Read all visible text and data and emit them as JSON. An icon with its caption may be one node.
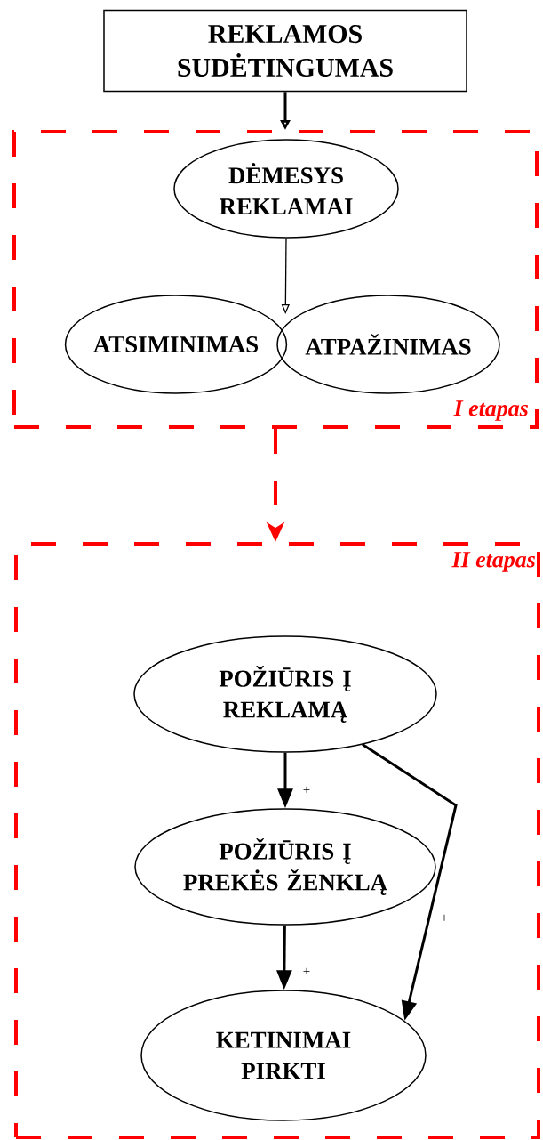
{
  "diagram": {
    "nodes": [
      {
        "text": [
          "REKLAMOS SUDĖTINGUMAS"
        ]
      },
      {
        "text": [
          "I etapas"
        ]
      },
      {
        "text": [
          "DĖMESYS REKLAMAI"
        ],
        "in": 1
      },
      {
        "text": [
          "ATSIMINIMAS"
        ],
        "in": 1
      },
      {
        "text": [
          "ATPAŽINIMAS"
        ],
        "in": 1
      },
      {
        "text": [
          "II etapas"
        ]
      },
      {
        "text": [
          "POŽIŪRIS Į REKLAMĄ"
        ],
        "in": 5
      },
      {
        "text": [
          "POŽIŪRIS Į PREKĖS ŽENKLĄ"
        ],
        "in": 5
      },
      {
        "text": [
          "KETINIMAI PIRKTI"
        ],
        "in": 5
      }
    ],
    "edges": [
      {
        "from": 0,
        "to": 1,
        "arrow": "to"
      },
      {
        "from": 2,
        "to": 4,
        "arrow": "to"
      },
      {
        "from": 1,
        "to": 5,
        "arrow": "to",
        "style": "dashed",
        "color": "#ff0000"
      },
      {
        "from": 6,
        "to": 7,
        "arrow": "to",
        "label": "+"
      },
      {
        "from": 7,
        "to": 8,
        "arrow": "to",
        "label": "+"
      },
      {
        "from": 6,
        "to": 8,
        "arrow": "to",
        "label": "+"
      }
    ]
  }
}
